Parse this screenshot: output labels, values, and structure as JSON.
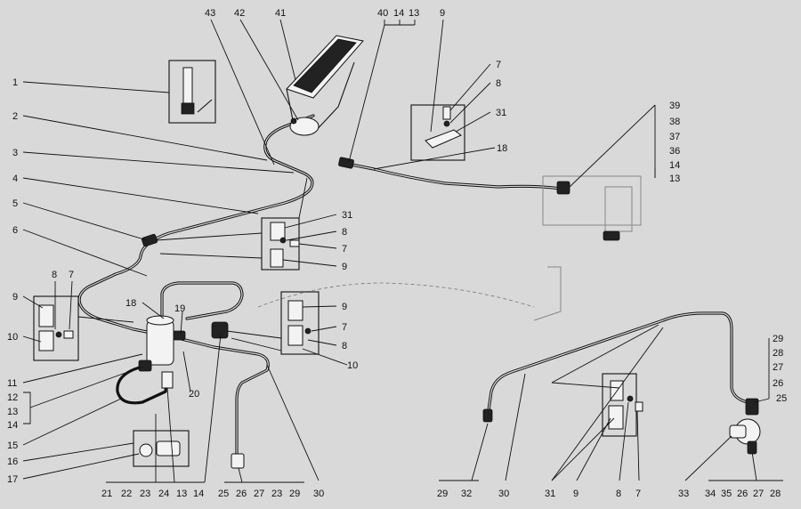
{
  "diagram": {
    "callouts": {
      "c41": "41",
      "c42": "42",
      "c43": "43",
      "c40": "40",
      "c14": "14",
      "c13": "13",
      "c9": "9",
      "l1": "1",
      "l2": "2",
      "l3": "3",
      "l4": "4",
      "l5": "5",
      "l6": "6",
      "r39": "39",
      "r38": "38",
      "r37": "37",
      "r36": "36",
      "r14": "14",
      "r13": "13",
      "b_7": "7",
      "b_8": "8",
      "b_31": "31",
      "c18": "18",
      "m31": "31",
      "m8": "8",
      "m7": "7",
      "m9": "9",
      "ll9": "9",
      "ll8": "8",
      "ll7": "7",
      "ll10": "10",
      "c18b": "18",
      "c19": "19",
      "c20": "20",
      "mr9": "9",
      "mr7": "7",
      "mr8": "8",
      "mr10": "10",
      "ll11": "11",
      "ll12": "12",
      "ll13": "13",
      "ll14": "14",
      "ll15": "15",
      "ll16": "16",
      "ll17": "17",
      "bot1": [
        "21",
        "22",
        "23",
        "24",
        "13",
        "14"
      ],
      "bot2": [
        "25",
        "26",
        "27",
        "23",
        "29"
      ],
      "bot30": "30",
      "rr29": "29",
      "rr28": "28",
      "rr27": "27",
      "rr26": "26",
      "rr25": "25",
      "bot3": [
        "29",
        "32"
      ],
      "bot3b": "30",
      "bot4": [
        "31",
        "9",
        "8",
        "7"
      ],
      "bot5": "33",
      "bot6": [
        "34",
        "35",
        "26",
        "27",
        "28"
      ]
    }
  }
}
